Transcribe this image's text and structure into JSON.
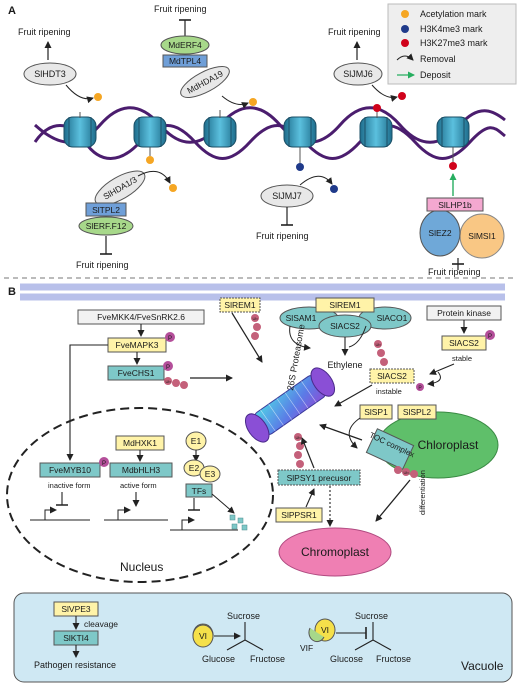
{
  "panel_a": {
    "label": "A",
    "legend": {
      "acetylation": "Acetylation mark",
      "h3k4me3": "H3K4me3 mark",
      "h3k27me3": "H3K27me3 mark",
      "removal": "Removal",
      "deposit": "Deposit"
    },
    "fruit_ripening": "Fruit ripening",
    "sl_hdt3": "SlHDT3",
    "md_erf4": "MdERF4",
    "md_tpl4": "MdTPL4",
    "md_hda19": "MdHDA19",
    "sl_jmj6": "SlJMJ6",
    "sl_hda13": "SlHDA1/3",
    "sl_tpl2": "SlTPL2",
    "sl_erf_f12": "SlERF.F12",
    "sl_jmj7": "SlJMJ7",
    "sl_lhp1b": "SlLHP1b",
    "sl_msi1": "SlMSI1",
    "sl_ez2": "SlEZ2"
  },
  "panel_b": {
    "label": "B",
    "fve_mkk4": "FveMKK4/FveSnRK2.6",
    "fve_mapk3": "FveMAPK3",
    "fve_chs1": "FveCHS1",
    "fve_myb10": "FveMYB10",
    "inactive_form": "inactive form",
    "md_hxk1": "MdHXK1",
    "mdb_hlh3": "MdbHLH3",
    "active_form": "active form",
    "e1": "E1",
    "e2": "E2",
    "e3": "E3",
    "tfs": "TFs",
    "nucleus": "Nucleus",
    "sl_rem1_a": "SlREM1",
    "sl_rem1_b": "SlREM1",
    "sl_sam1": "SlSAM1",
    "sl_acs2": "SlACS2",
    "sl_aco1": "SlACO1",
    "ethylene": "Ethylene",
    "proteasome": "26S Proteasome",
    "protein_kinase": "Protein kinase",
    "sl_acs2_stable": "SlACS2",
    "stable": "stable",
    "sl_acs2_instable": "SlACS2",
    "instable": "instable",
    "sl_sp1": "SlSP1",
    "sl_spl2": "SlSPL2",
    "chloroplast": "Chloroplast",
    "toc_complex": "TOC complex",
    "differentiation": "differentiation",
    "sl_psy1": "SlPSY1 precusor",
    "sl_ppsr1": "SlPPSR1",
    "chromoplast": "Chromoplast",
    "ub": "Ub",
    "p": "P",
    "sl_vpe3": "SlVPE3",
    "cleavage": "cleavage",
    "sl_kti4": "SlKTI4",
    "pathogen_resistance": "Pathogen resistance",
    "vi": "VI",
    "vif": "VIF",
    "sucrose": "Sucrose",
    "glucose": "Glucose",
    "fructose": "Fructose",
    "vacuole": "Vacuole"
  },
  "colors": {
    "acetylation": "#f5a623",
    "h3k4me3": "#1f3a8a",
    "h3k27me3": "#d0021b",
    "deposit": "#27ae60",
    "dna": "#4b1d6e",
    "histone": "#2f8fb0",
    "teal_box": "#7ec8c8",
    "yellow_box": "#fff3a8",
    "ub": "#c4607a",
    "vacuole": "#cfe8f3",
    "chloroplast": "#5fbf6a",
    "chromoplast": "#ef7fb3",
    "proteasome": "#7b5cd6"
  }
}
